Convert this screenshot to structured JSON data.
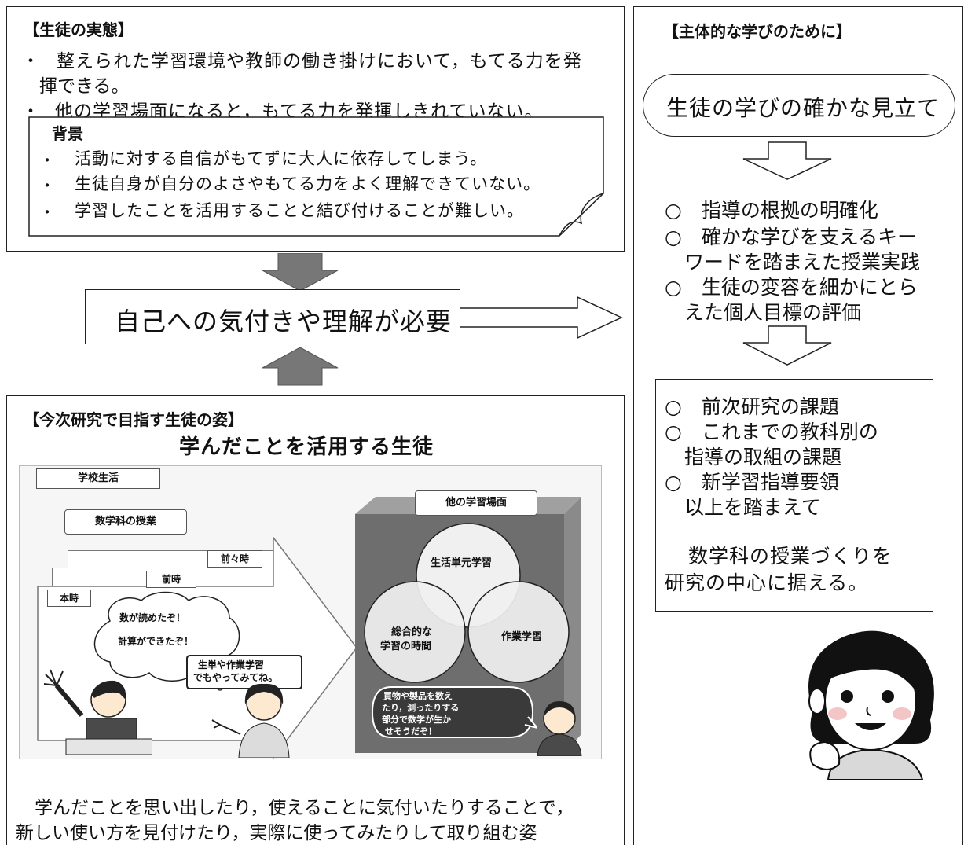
{
  "situation": {
    "heading": "【生徒の実態】",
    "bullet1_line1": "整えられた学習環境や教師の働き掛けにおいて，もてる力を発",
    "bullet1_line2": "揮できる。",
    "bullet2": "他の学習場面になると，もてる力を発揮しきれていない。",
    "background": {
      "heading": "背景",
      "items": [
        "活動に対する自信がもてずに大人に依存してしまう。",
        "生徒自身が自分のよさやもてる力をよく理解できていない。",
        "学習したことを活用することと結び付けることが難しい。"
      ]
    }
  },
  "center": {
    "label": "自己への気付きや理解が必要"
  },
  "goal": {
    "heading": "【今次研究で目指す生徒の姿】",
    "title": "学んだことを活用する生徒",
    "illustration": {
      "school_life": "学校生活",
      "math_class": "数学科の授業",
      "prev2": "前々時",
      "prev1": "前時",
      "current": "本時",
      "thought_line1": "数が読めたぞ！",
      "thought_line2": "計算ができたぞ！",
      "teacher_line1": "生単や作業学習",
      "teacher_line2": "でもやってみてね。",
      "other_scenes": "他の学習場面",
      "circle1": "生活単元学習",
      "circle2_line1": "総合的な",
      "circle2_line2": "学習の時間",
      "circle3": "作業学習",
      "student_line1": "買物や製品を数え",
      "student_line2": "たり，測ったりする",
      "student_line3": "部分で数学が生か",
      "student_line4": "せそうだぞ！"
    },
    "desc_line1": "学んだことを思い出したり，使えることに気付いたりすることで，",
    "desc_line2": "新しい使い方を見付けたり，実際に使ってみたりして取り組む姿"
  },
  "right": {
    "heading": "【主体的な学びのために】",
    "pill": "生徒の学びの確かな見立て",
    "list1": [
      "○　指導の根拠の明確化",
      "○　確かな学びを支えるキー",
      "　ワードを踏まえた授業実践",
      "○　生徒の変容を細かにとら",
      "　えた個人目標の評価"
    ],
    "list2": [
      "○　前次研究の課題",
      "○　これまでの教科別の",
      "　指導の取組の課題",
      "○　新学習指導要領",
      "　以上を踏まえて"
    ],
    "conclusion_line1": "数学科の授業づくりを",
    "conclusion_line2": "研究の中心に据える。"
  }
}
